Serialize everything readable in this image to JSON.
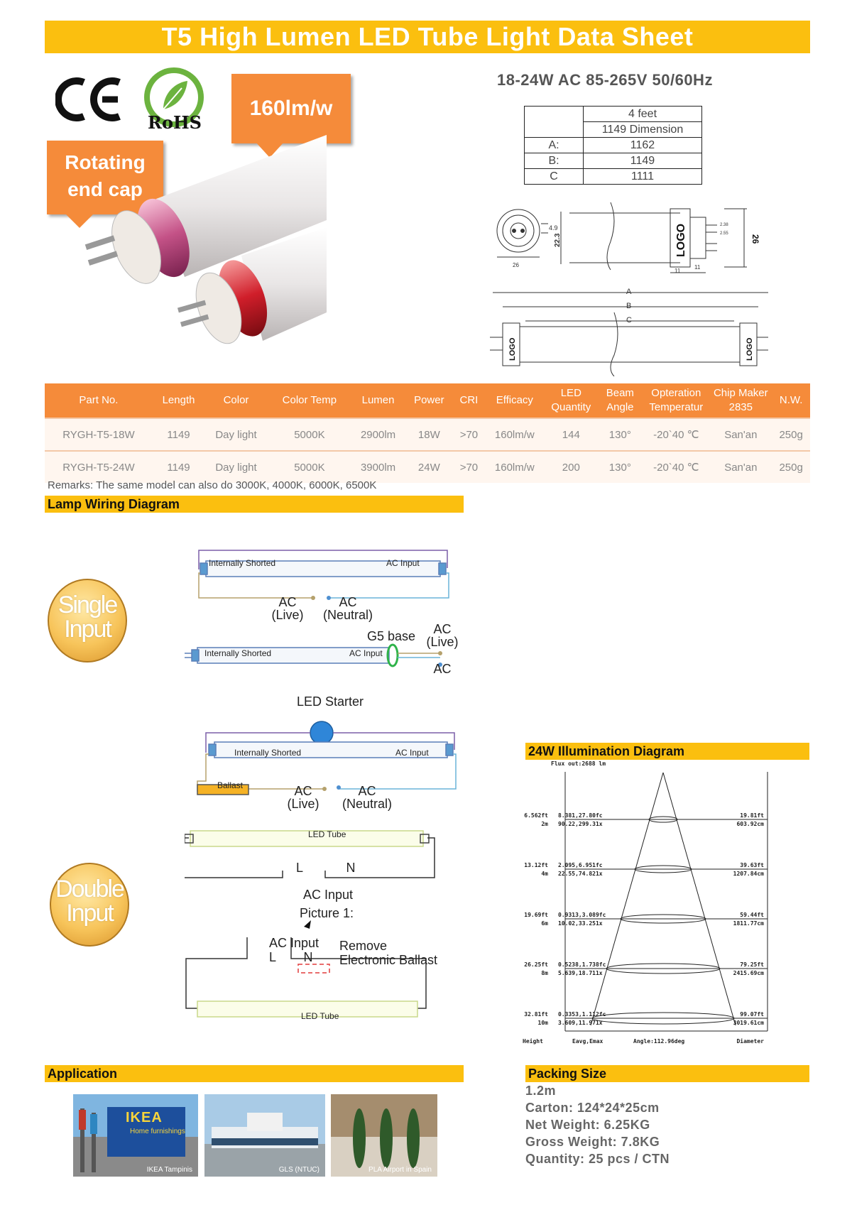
{
  "title": "T5 High Lumen LED Tube Light Data Sheet",
  "logos": {
    "ce": "CE",
    "rohs": "RoHS"
  },
  "callouts": {
    "efficacy": "160lm/w",
    "endcap_line1": "Rotating",
    "endcap_line2": "end cap"
  },
  "spec_line": "18-24W AC 85-265V 50/60Hz",
  "dimension_table": {
    "header": "4 feet",
    "subheader": "1149  Dimension",
    "rows": [
      {
        "label": "A:",
        "value": "1162"
      },
      {
        "label": "B:",
        "value": "1149"
      },
      {
        "label": "C",
        "value": "1111"
      }
    ]
  },
  "drawing": {
    "endcap_w": "26",
    "pin": "4.9",
    "height": "22.3",
    "logo": "LOGO",
    "dim_11a": "11",
    "dim_11b": "11",
    "total_h": "26",
    "a": "A",
    "b": "B",
    "c": "C",
    "small1": "2.38",
    "small2": "2.55"
  },
  "product_table": {
    "headers": [
      "Part No.",
      "Length",
      "Color",
      "Color Temp",
      "Lumen",
      "Power",
      "CRI",
      "Efficacy",
      "LED Quantity",
      "Beam Angle",
      "Opteration Temperatur",
      "Chip Maker 2835",
      "N.W."
    ],
    "rows": [
      [
        "RYGH-T5-18W",
        "1149",
        "Day light",
        "5000K",
        "2900lm",
        "18W",
        ">70",
        "160lm/w",
        "144",
        "130°",
        "-20`40 ℃",
        "San'an",
        "250g"
      ],
      [
        "RYGH-T5-24W",
        "1149",
        "Day light",
        "5000K",
        "3900lm",
        "24W",
        ">70",
        "160lm/w",
        "200",
        "130°",
        "-20`40 ℃",
        "San'an",
        "250g"
      ]
    ]
  },
  "remarks": "Remarks: The same model can also do 3000K, 4000K, 6000K, 6500K",
  "wiring": {
    "section_title": "Lamp Wiring Diagram",
    "single_l1": "Single",
    "single_l2": "Input",
    "double_l1": "Double",
    "double_l2": "Input",
    "internally_shorted": "Internally Shorted",
    "ac_input": "AC Input",
    "ac": "AC",
    "live": "(Live)",
    "neutral": "(Neutral)",
    "g5_base": "G5 base",
    "led_starter": "LED Starter",
    "ballast": "Ballast",
    "led_tube": "LED Tube",
    "l": "L",
    "n": "N",
    "picture1": "Picture 1:",
    "remove1": "Remove",
    "remove2": "Electronic Ballast"
  },
  "illumination": {
    "title": "24W Illumination Diagram",
    "flux": "Flux out:2688 lm",
    "rows": [
      {
        "h_ft": "6.562ft",
        "h_m": "2m",
        "fc": "8.381,27.80fc",
        "lx": "90.22,299.31x",
        "d_ft": "19.81ft",
        "d_cm": "603.92cm"
      },
      {
        "h_ft": "13.12ft",
        "h_m": "4m",
        "fc": "2.095,6.951fc",
        "lx": "22.55,74.821x",
        "d_ft": "39.63ft",
        "d_cm": "1207.84cm"
      },
      {
        "h_ft": "19.69ft",
        "h_m": "6m",
        "fc": "0.9313,3.089fc",
        "lx": "10.02,33.251x",
        "d_ft": "59.44ft",
        "d_cm": "1811.77cm"
      },
      {
        "h_ft": "26.25ft",
        "h_m": "8m",
        "fc": "0.5238,1.738fc",
        "lx": "5.639,18.711x",
        "d_ft": "79.25ft",
        "d_cm": "2415.69cm"
      },
      {
        "h_ft": "32.81ft",
        "h_m": "10m",
        "fc": "0.3353,1.112fc",
        "lx": "3.609,11.971x",
        "d_ft": "99.07ft",
        "d_cm": "3019.61cm"
      }
    ],
    "footer": {
      "height": "Height",
      "eavg": "Eavg,Emax",
      "angle": "Angle:112.96deg",
      "diameter": "Diameter"
    }
  },
  "application": {
    "title": "Application",
    "ikea_sign": "IKEA",
    "ikea_sub": "Home furnishings",
    "images": [
      "IKEA Tampinis",
      "GLS (NTUC)",
      "PLA Airport in Spain"
    ]
  },
  "packing": {
    "title": "Packing Size",
    "lines": [
      "1.2m",
      "Carton: 124*24*25cm",
      "Net Weight: 6.25KG",
      "Gross Weight: 7.8KG",
      "Quantity: 25 pcs / CTN"
    ]
  }
}
